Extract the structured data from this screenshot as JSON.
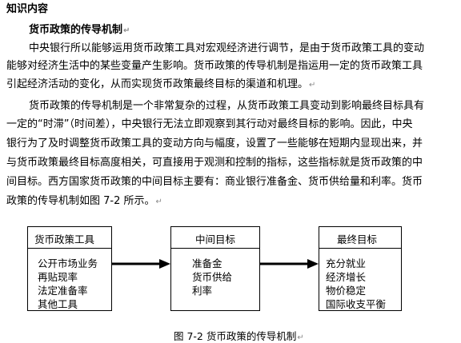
{
  "heading": "知识内容",
  "subheading": "货币政策的传导机制",
  "paragraph_lines": [
    "中央银行所以能够运用货币政策工具对宏观经济进行调节，是由于货币政策工具的变动",
    "能够对经济生活中的某些变量产生影响。货币政策的传导机制是指运用一定的货币政策工具",
    "引起经济活动的变化，从而实现货币政策最终目标的渠道和机理。",
    "货币政策的传导机制是一个非常复杂的过程，从货币政策工具变动到影响最终目标具有",
    "一定的“时滞”（时间差），中央银行无法立即观察到其行动对最终目标的影响。因此，中央",
    "银行为了及时调整货币政策工具的变动方向与幅度，设置了一些能够在短期内显现出来，并",
    "与货币政策最终目标高度相关，可直接用于观测和控制的指标，这些指标就是货币政策的中",
    "间目标。西方国家货币政策的中间目标主要有：商业银行准备金、货币供给量和利率。货币",
    "政策的传导机制如图 7-2 所示。"
  ],
  "paragraph_mark": "↵",
  "diagram": {
    "boxes": [
      {
        "title": "货币政策工具",
        "items": [
          "公开市场业务",
          "再贴现率",
          "法定准备率",
          "其他工具"
        ]
      },
      {
        "title": "中间目标",
        "items": [
          "准备金",
          "货币供给",
          "利率"
        ]
      },
      {
        "title": "最终目标",
        "items": [
          "充分就业",
          "经济增长",
          "物价稳定",
          "国际收支平衡"
        ]
      }
    ]
  },
  "caption": "图 7-2  货币政策的传导机制"
}
